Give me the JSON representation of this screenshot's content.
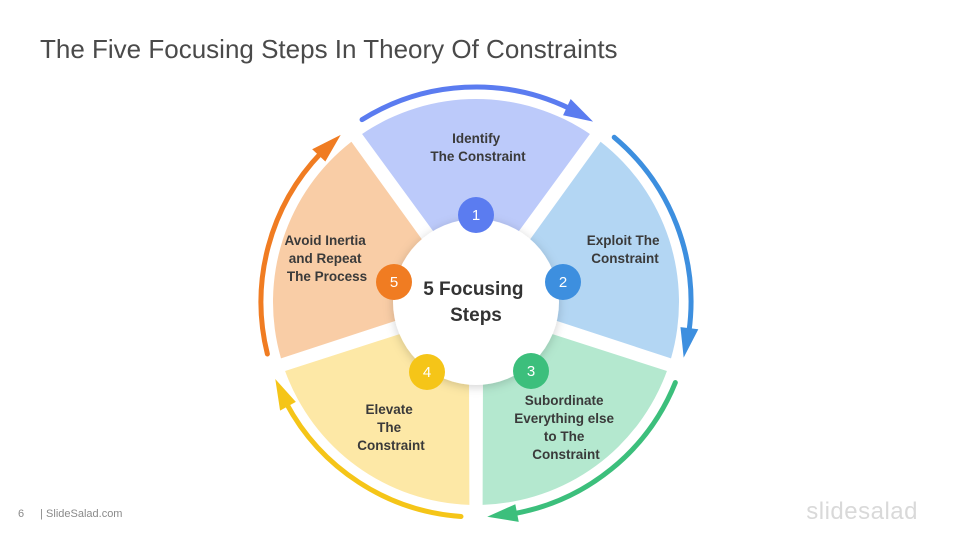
{
  "title": "The Five Focusing Steps In Theory Of Constraints",
  "center": {
    "line1": "5 Focusing",
    "line2": "Steps"
  },
  "steps": [
    {
      "number": "1",
      "lines": [
        "Identify",
        "The Constraint"
      ],
      "fill": "#bccafa",
      "accent": "#5b7cf0"
    },
    {
      "number": "2",
      "lines": [
        "Exploit The",
        "Constraint"
      ],
      "fill": "#b3d6f3",
      "accent": "#3d8fdf"
    },
    {
      "number": "3",
      "lines": [
        "Subordinate",
        "Everything else",
        "to The",
        "Constraint"
      ],
      "fill": "#b4e8cf",
      "accent": "#3cbf7c"
    },
    {
      "number": "4",
      "lines": [
        "Elevate",
        "The",
        "Constraint"
      ],
      "fill": "#fde8a6",
      "accent": "#f5c518"
    },
    {
      "number": "5",
      "lines": [
        "Avoid Inertia",
        "and Repeat",
        "The Process"
      ],
      "fill": "#f9cda6",
      "accent": "#f07c22"
    }
  ],
  "footer": {
    "page": "6",
    "site": "| SlideSalad.com"
  },
  "brand": "slidesalad"
}
